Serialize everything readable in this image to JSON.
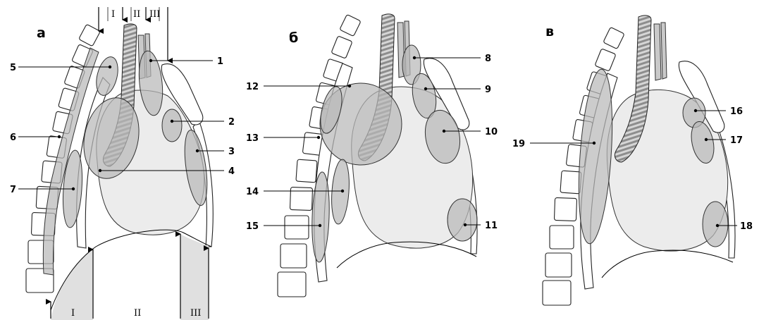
{
  "panels": [
    {
      "letter": "а",
      "top_zones": [
        "I",
        "II",
        "III"
      ],
      "bottom_zones": [
        "I",
        "II",
        "III"
      ],
      "labels": [
        "1",
        "2",
        "3",
        "4",
        "5",
        "6",
        "7"
      ]
    },
    {
      "letter": "б",
      "labels": [
        "8",
        "9",
        "10",
        "11",
        "12",
        "13",
        "14",
        "15"
      ]
    },
    {
      "letter": "в",
      "labels": [
        "16",
        "17",
        "18",
        "19"
      ]
    }
  ]
}
